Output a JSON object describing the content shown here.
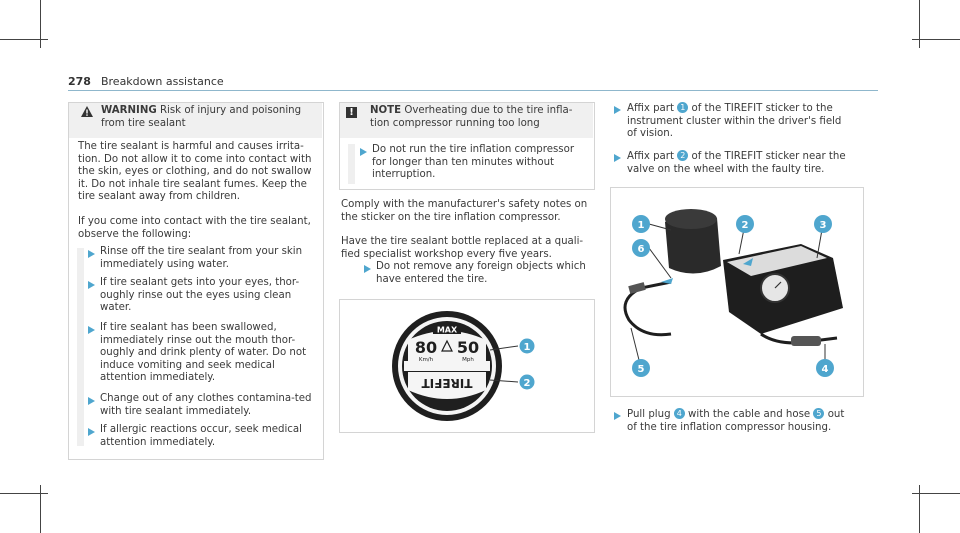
{
  "header": {
    "page_number": "278",
    "section": "Breakdown assistance"
  },
  "warning": {
    "title": "WARNING",
    "title_text": "Risk of injury and poisoning from tire sealant",
    "body1": "The tire sealant is harmful and causes irrita-tion. Do not allow it to come into contact with the skin, eyes or clothing, and do not swallow it. Do not inhale tire sealant fumes. Keep the tire sealant away from children.",
    "body2": "If you come into contact with the tire sealant, observe the following:",
    "steps": [
      "Rinse off the tire sealant from your skin immediately using water.",
      "If tire sealant gets into your eyes, thor-oughly rinse out the eyes using clean water.",
      "If tire sealant has been swallowed, immediately rinse out the mouth thor-oughly and drink plenty of water. Do not induce vomiting and seek medical attention immediately.",
      "Change out of any clothes contamina-ted with tire sealant immediately.",
      "If allergic reactions occur, seek medical attention immediately."
    ]
  },
  "note": {
    "title": "NOTE",
    "title_text": "Overheating due to the tire infla-tion compressor running too long",
    "step": "Do not run the tire inflation compressor for longer than ten minutes without interruption."
  },
  "middle": {
    "para1": "Comply with the manufacturer's safety notes on the sticker on the tire inflation compressor.",
    "para2": "Have the tire sealant bottle replaced at a quali-fied specialist workshop every five years.",
    "step": "Do not remove any foreign objects which have entered the tire."
  },
  "sticker": {
    "max": "MAX",
    "speed_kmh": "80",
    "speed_mph": "50",
    "unit_kmh": "Km/h",
    "unit_mph": "Mph",
    "brand": "TIREFIT",
    "callouts": [
      "1",
      "2"
    ]
  },
  "right": {
    "step1_a": "Affix part",
    "step1_num": "1",
    "step1_b": "of the TIREFIT sticker to the instrument cluster within the driver's field of vision.",
    "step2_a": "Affix part",
    "step2_num": "2",
    "step2_b": "of the TIREFIT sticker near the valve on the wheel with the faulty tire.",
    "step3_a": "Pull plug",
    "step3_num": "4",
    "step3_b": "with the cable and hose",
    "step3_num2": "5",
    "step3_c": "out of the tire inflation compressor housing."
  },
  "compressor_callouts": [
    "1",
    "2",
    "3",
    "6",
    "5",
    "4"
  ],
  "colors": {
    "accent": "#4fa6ce",
    "rule": "#8fb7cc"
  }
}
